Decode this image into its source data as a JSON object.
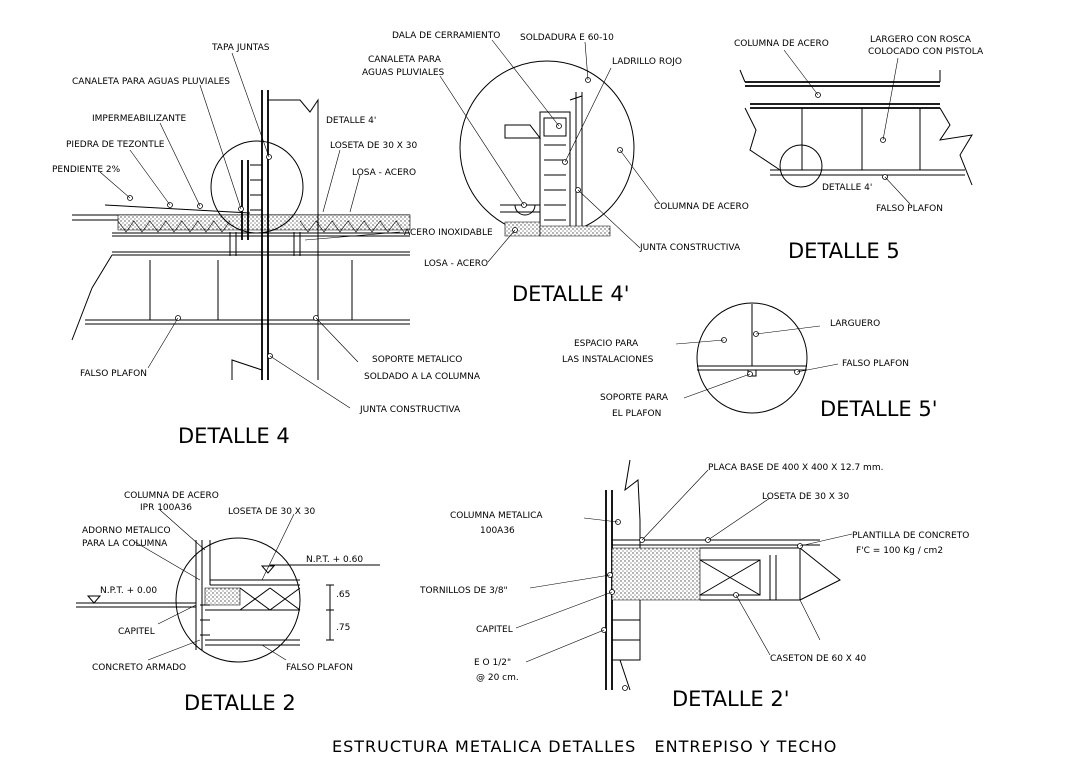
{
  "title": "ESTRUCTURA METALICA DETALLES   ENTREPISO Y TECHO",
  "detalle4": {
    "heading": "DETALLE 4",
    "tapa_juntas": "TAPA JUNTAS",
    "canaleta": "CANALETA PARA AGUAS PLUVIALES",
    "impermeabilizante": "IMPERMEABILIZANTE",
    "tezontle": "PIEDRA DE TEZONTLE",
    "pendiente": "PENDIENTE 2%",
    "ref": "DETALLE 4'",
    "loseta": "LOSETA DE 30 X 30",
    "losa": "LOSA - ACERO",
    "acero_inox": "ACERO INOXIDABLE",
    "falso_plafon": "FALSO PLAFON",
    "soporte_1": "SOPORTE METALICO",
    "soporte_2": "SOLDADO A LA COLUMNA",
    "junta": "JUNTA CONSTRUCTIVA"
  },
  "detalle4p": {
    "heading": "DETALLE 4'",
    "dala": "DALA DE CERRAMIENTO",
    "soldadura": "SOLDADURA  E 60-10",
    "canaleta_1": "CANALETA PARA",
    "canaleta_2": "AGUAS PLUVIALES",
    "ladrillo": "LADRILLO ROJO",
    "columna": "COLUMNA DE ACERO",
    "junta": "JUNTA CONSTRUCTIVA",
    "losa": "LOSA - ACERO"
  },
  "detalle5": {
    "heading": "DETALLE 5",
    "columna": "COLUMNA DE ACERO",
    "larguero_1": "LARGERO CON ROSCA",
    "larguero_2": "COLOCADO CON PISTOLA",
    "ref": "DETALLE 4'",
    "falso_plafon": "FALSO PLAFON"
  },
  "detalle5p": {
    "heading": "DETALLE 5'",
    "espacio_1": "ESPACIO PARA",
    "espacio_2": "LAS INSTALACIONES",
    "larguero": "LARGUERO",
    "falso_plafon": "FALSO PLAFON",
    "soporte_1": "SOPORTE PARA",
    "soporte_2": "EL PLAFON"
  },
  "detalle2": {
    "heading": "DETALLE 2",
    "columna_1": "COLUMNA DE ACERO",
    "columna_2": "IPR  100A36",
    "loseta": "LOSETA DE 30 X 30",
    "adorno_1": "ADORNO METALICO",
    "adorno_2": "PARA LA COLUMNA",
    "npt_high": "N.P.T. + 0.60",
    "npt_low": "N.P.T. + 0.00",
    "dim_1": ".65",
    "dim_2": ".75",
    "capitel": "CAPITEL",
    "concreto": "CONCRETO ARMADO",
    "falso_plafon": "FALSO PLAFON"
  },
  "detalle2p": {
    "heading": "DETALLE 2'",
    "placa": "PLACA BASE DE 400 X 400 X 12.7 mm.",
    "loseta": "LOSETA DE 30 X 30",
    "columna_1": "COLUMNA METALICA",
    "columna_2": "100A36",
    "plantilla_1": "PLANTILLA DE CONCRETO",
    "plantilla_2": "F'C = 100 Kg / cm2",
    "tornillos": "TORNILLOS DE 3/8\"",
    "capitel": "CAPITEL",
    "estribo_1": "E O 1/2\"",
    "estribo_2": "@ 20 cm.",
    "caseton": "CASETON DE 60 X 40"
  }
}
